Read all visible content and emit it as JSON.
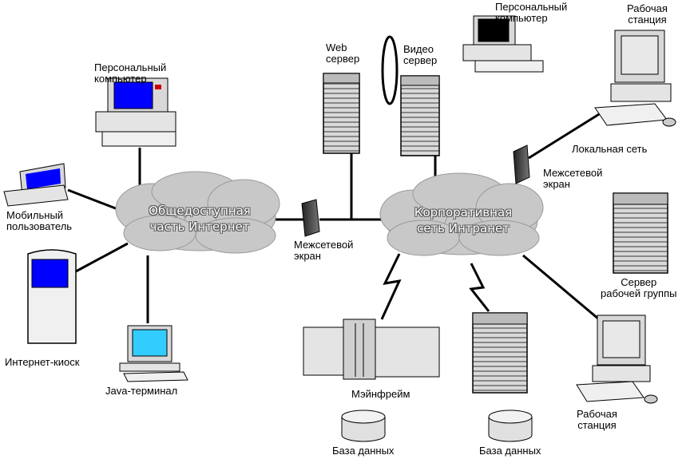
{
  "labels": {
    "pc_left": "Персональный\nкомпьютер",
    "pc_top": "Персональный\nкомпьютер",
    "web_server": "Web\nсервер",
    "video_server": "Видео\nсервер",
    "workstation_top": "Рабочая\nстанция",
    "local_network": "Локальная сеть",
    "firewall_right": "Межсетевой\nэкран",
    "firewall_mid": "Межсетевой\nэкран",
    "mobile_user": "Мобильный\nпользователь",
    "internet_kiosk": "Интернет-киоск",
    "java_terminal": "Java-терминал",
    "mainframe": "Мэйнфрейм",
    "database_left": "База данных",
    "database_right": "База данных",
    "workgroup_server": "Сервер\nрабочей группы",
    "workstation_bottom": "Рабочая\nстанция"
  },
  "clouds": {
    "internet": "Общедоступная\nчасть Интернет",
    "intranet": "Корпоративная\nсеть Интранет"
  },
  "colors": {
    "screen_blue": "#0000ff",
    "screen_cyan": "#33ccff",
    "cloud_fill": "#c8c8c8",
    "device_gray": "#d8d8d8",
    "line": "#000000"
  }
}
